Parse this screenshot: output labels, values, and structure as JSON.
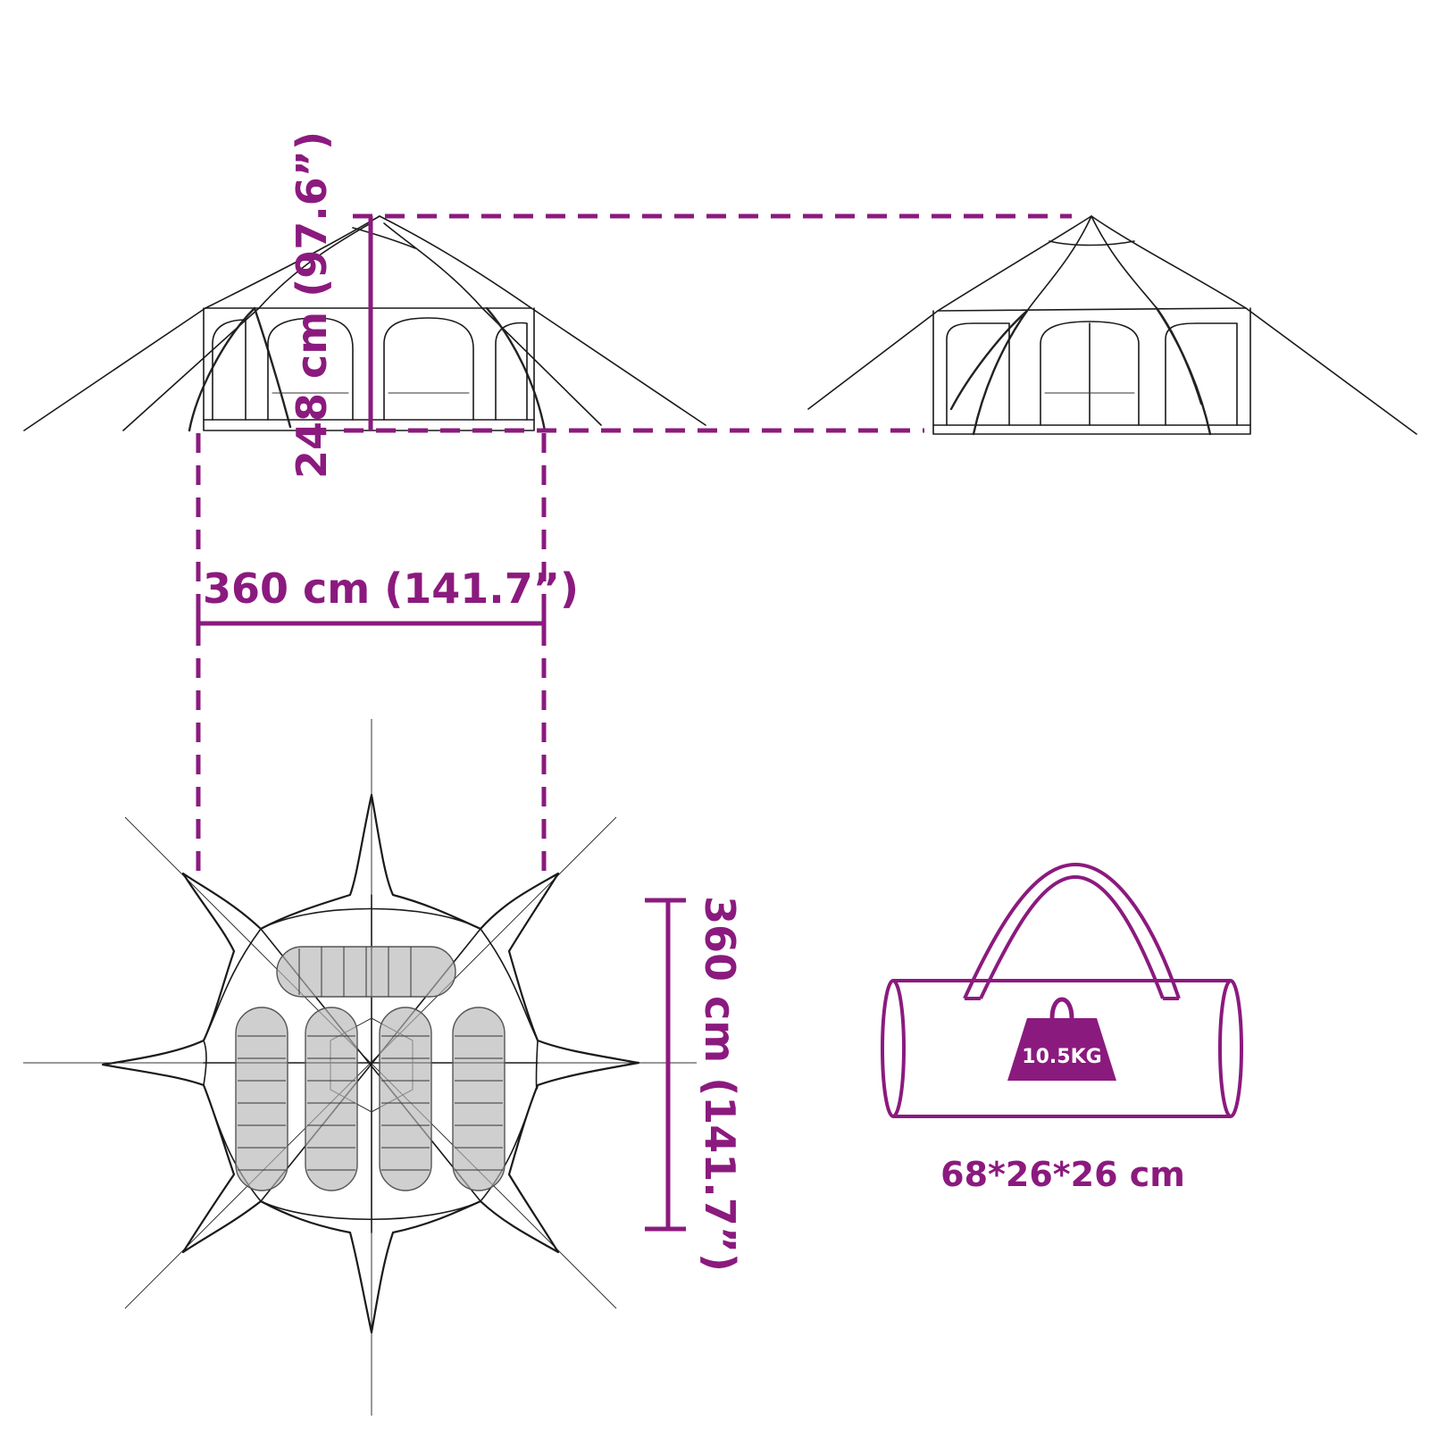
{
  "colors": {
    "accent": "#8b1a7e",
    "line": "#1a1a1a",
    "bag_fill": "#b5b5b5"
  },
  "dimensions": {
    "height_label": "248 cm (97.6”)",
    "width_label": "360 cm (141.7”)",
    "depth_label": "360 cm (141.7”)"
  },
  "bag": {
    "weight_label": "10.5KG",
    "size_label": "68*26*26 cm"
  },
  "icons": [
    "tent-side-view",
    "tent-front-view",
    "tent-floor-plan",
    "sleeping-bag-icon",
    "carry-bag-icon",
    "weight-icon"
  ]
}
